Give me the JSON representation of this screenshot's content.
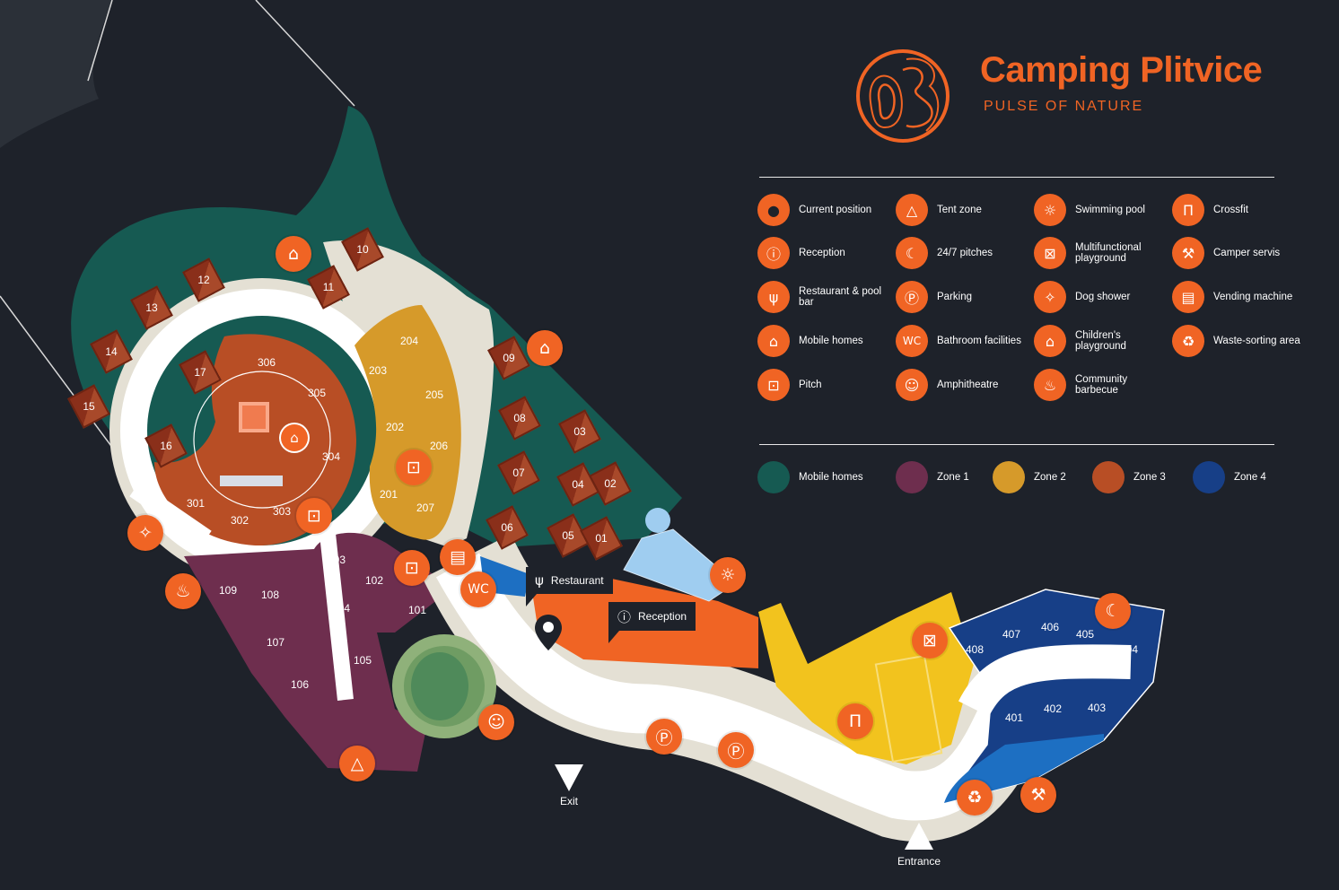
{
  "logo": {
    "title": "Camping Plitvice",
    "tagline": "PULSE OF NATURE"
  },
  "legend": [
    {
      "label": "Current position",
      "icon": "map-pin"
    },
    {
      "label": "Tent zone",
      "icon": "tent"
    },
    {
      "label": "Swimming pool",
      "icon": "swimming-pool"
    },
    {
      "label": "Crossfit",
      "icon": "crossfit"
    },
    {
      "label": "Reception",
      "icon": "info"
    },
    {
      "label": "24/7 pitches",
      "icon": "moon"
    },
    {
      "label": "Multifunctional playground",
      "icon": "basketball-hoop"
    },
    {
      "label": "Camper servis",
      "icon": "wrench"
    },
    {
      "label": "Restaurant & pool bar",
      "icon": "cutlery"
    },
    {
      "label": "Parking",
      "icon": "parking"
    },
    {
      "label": "Dog shower",
      "icon": "dog-shower"
    },
    {
      "label": "Vending machine",
      "icon": "vending-machine"
    },
    {
      "label": "Mobile homes",
      "icon": "mobile-home"
    },
    {
      "label": "Bathroom facilities",
      "icon": "wc"
    },
    {
      "label": "Children's playground",
      "icon": "childrens-playground"
    },
    {
      "label": "Waste-sorting area",
      "icon": "waste-bin"
    },
    {
      "label": "Pitch",
      "icon": "caravan"
    },
    {
      "label": "Amphitheatre",
      "icon": "theatre-masks"
    },
    {
      "label": "Community barbecue",
      "icon": "barbecue"
    }
  ],
  "zones": [
    {
      "label": "Mobile homes",
      "color": "#165a52"
    },
    {
      "label": "Zone 1",
      "color": "#6e2e4e"
    },
    {
      "label": "Zone 2",
      "color": "#d69a2a"
    },
    {
      "label": "Zone 3",
      "color": "#b84e25"
    },
    {
      "label": "Zone 4",
      "color": "#173f87"
    }
  ],
  "plots": {
    "mobile_homes": [
      "10",
      "11",
      "12",
      "13",
      "14",
      "15",
      "16",
      "17",
      "09",
      "08",
      "07",
      "06",
      "03",
      "04",
      "02",
      "05",
      "01"
    ],
    "zone3": [
      "306",
      "305",
      "304",
      "303",
      "302",
      "301"
    ],
    "zone2": [
      "204",
      "203",
      "205",
      "202",
      "206",
      "201",
      "207"
    ],
    "zone1": [
      "103",
      "102",
      "104",
      "101",
      "109",
      "108",
      "107",
      "105",
      "106"
    ],
    "zone4": [
      "408",
      "407",
      "406",
      "405",
      "404",
      "401",
      "402",
      "403"
    ]
  },
  "markers": [
    {
      "icon": "mobile-home"
    },
    {
      "icon": "mobile-home"
    },
    {
      "icon": "childrens-playground"
    },
    {
      "icon": "caravan"
    },
    {
      "icon": "caravan"
    },
    {
      "icon": "caravan"
    },
    {
      "icon": "vending-machine"
    },
    {
      "icon": "wc"
    },
    {
      "icon": "dog-shower"
    },
    {
      "icon": "barbecue"
    },
    {
      "icon": "tent"
    },
    {
      "icon": "theatre-masks"
    },
    {
      "icon": "parking"
    },
    {
      "icon": "parking"
    },
    {
      "icon": "swimming-pool"
    },
    {
      "icon": "basketball-hoop"
    },
    {
      "icon": "moon"
    },
    {
      "icon": "crossfit"
    },
    {
      "icon": "waste-bin"
    },
    {
      "icon": "wrench"
    }
  ],
  "tooltips": {
    "restaurant": "Restaurant",
    "reception": "Reception"
  },
  "gates": {
    "exit": "Exit",
    "entrance": "Entrance"
  },
  "colors": {
    "accent": "#f06424",
    "background": "#1e222a"
  }
}
